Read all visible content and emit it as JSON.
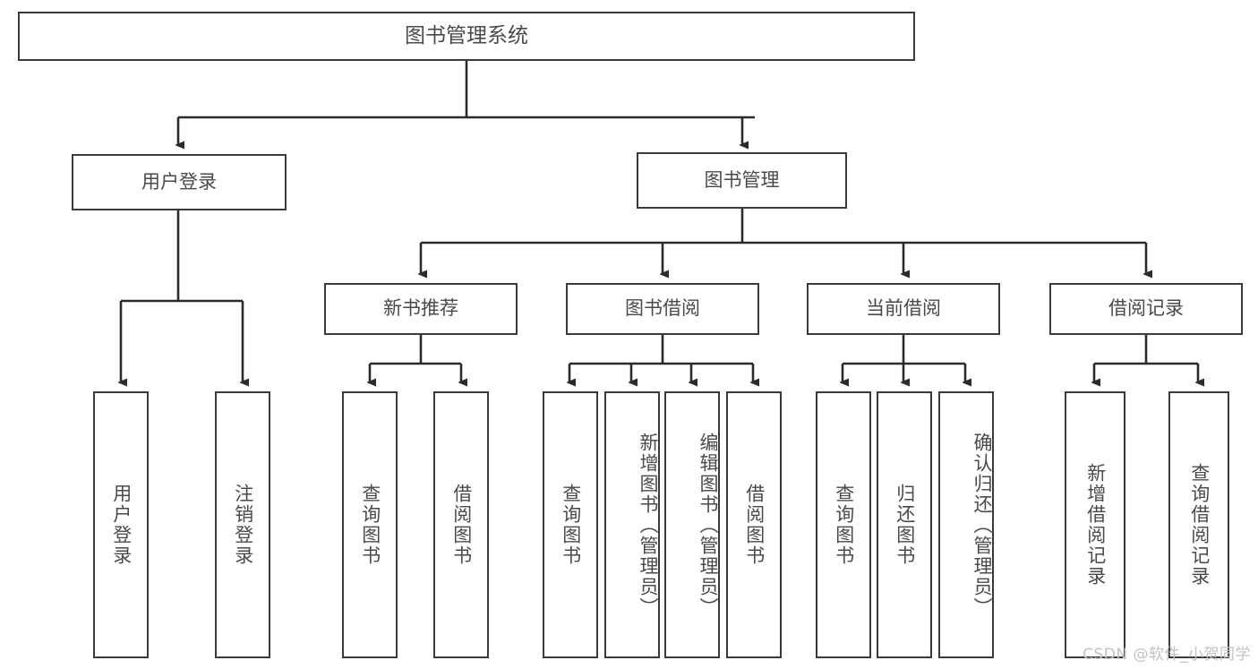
{
  "diagram": {
    "title": "图书管理系统",
    "type": "tree",
    "colors": {
      "box_border": "#3a3a3a",
      "box_fill": "#ffffff",
      "text": "#4a4a4a",
      "edge": "#2b2b2b",
      "watermark": "#c2c2c2"
    },
    "levels": {
      "root": {
        "label": "图书管理系统"
      },
      "level2": [
        {
          "label": "用户登录"
        },
        {
          "label": "图书管理"
        }
      ],
      "level3": [
        {
          "label": "新书推荐"
        },
        {
          "label": "图书借阅"
        },
        {
          "label": "当前借阅"
        },
        {
          "label": "借阅记录"
        }
      ],
      "leaves": [
        {
          "label": "用户登录",
          "parent": "用户登录"
        },
        {
          "label": "注销登录",
          "parent": "用户登录"
        },
        {
          "label": "查询图书",
          "parent": "新书推荐"
        },
        {
          "label": "借阅图书",
          "parent": "新书推荐"
        },
        {
          "label": "查询图书",
          "parent": "图书借阅"
        },
        {
          "label": "新增图书（管理员）",
          "parent": "图书借阅"
        },
        {
          "label": "编辑图书（管理员）",
          "parent": "图书借阅"
        },
        {
          "label": "借阅图书",
          "parent": "图书借阅"
        },
        {
          "label": "查询图书",
          "parent": "当前借阅"
        },
        {
          "label": "归还图书",
          "parent": "当前借阅"
        },
        {
          "label": "确认归还（管理员）",
          "parent": "当前借阅"
        },
        {
          "label": "新增借阅记录",
          "parent": "借阅记录"
        },
        {
          "label": "查询借阅记录",
          "parent": "借阅记录"
        }
      ]
    }
  },
  "watermark": {
    "text": "CSDN @软件_小贺同学"
  }
}
